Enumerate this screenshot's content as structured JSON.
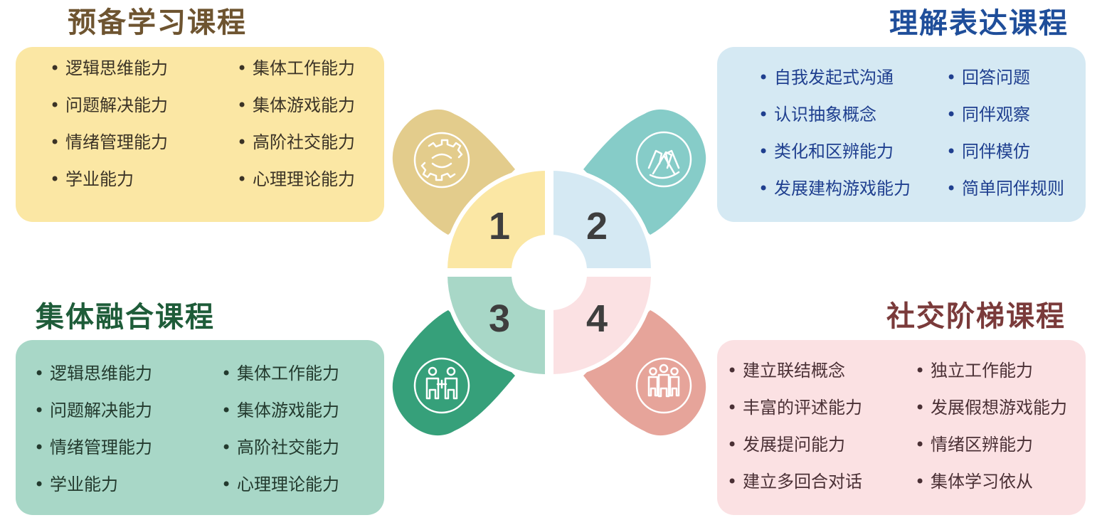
{
  "modules": [
    {
      "number": "1",
      "title": "预备学习课程",
      "icon": "gears-icon",
      "color": "#fbe7a4",
      "accent": "#e3cc8c",
      "items_left": [
        "逻辑思维能力",
        "问题解决能力",
        "情绪管理能力",
        "学业能力"
      ],
      "items_right": [
        "集体工作能力",
        "集体游戏能力",
        "高阶社交能力",
        "心理理论能力"
      ]
    },
    {
      "number": "2",
      "title": "理解表达课程",
      "icon": "handshake-icon",
      "color": "#d5e9f3",
      "accent": "#86ccc8",
      "items_left": [
        "自我发起式沟通",
        "认识抽象概念",
        "类化和区辨能力",
        "发展建构游戏能力"
      ],
      "items_right": [
        "回答问题",
        "同伴观察",
        "同伴模仿",
        "简单同伴规则"
      ]
    },
    {
      "number": "3",
      "title": "集体融合课程",
      "icon": "puzzle-people-icon",
      "color": "#a8d7c7",
      "accent": "#36a07a",
      "items_left": [
        "逻辑思维能力",
        "问题解决能力",
        "情绪管理能力",
        "学业能力"
      ],
      "items_right": [
        "集体工作能力",
        "集体游戏能力",
        "高阶社交能力",
        "心理理论能力"
      ]
    },
    {
      "number": "4",
      "title": "社交阶梯课程",
      "icon": "group-people-icon",
      "color": "#fbe1e3",
      "accent": "#e6a49a",
      "items_left": [
        "建立联结概念",
        "丰富的评述能力",
        "发展提问能力",
        "建立多回合对话"
      ],
      "items_right": [
        "独立工作能力",
        "发展假想游戏能力",
        "情绪区辨能力",
        "集体学习依从"
      ]
    }
  ],
  "bullet": "•"
}
